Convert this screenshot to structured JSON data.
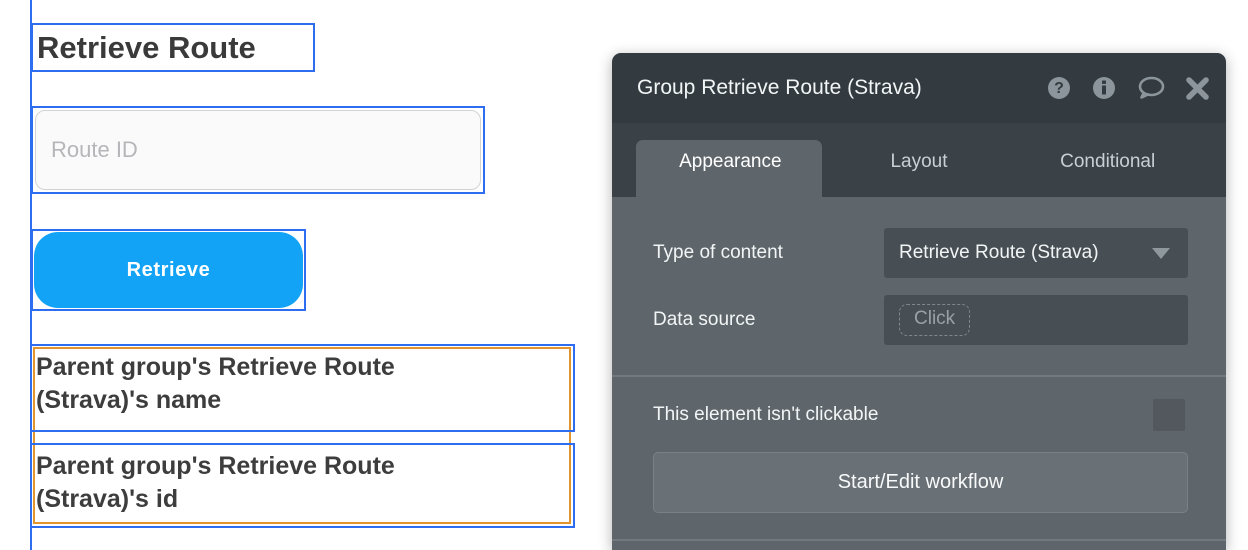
{
  "canvas": {
    "heading": "Retrieve Route",
    "route_input": {
      "placeholder": "Route ID"
    },
    "retrieve_button": {
      "label": "Retrieve"
    },
    "texts": [
      {
        "label": "Parent group's Retrieve Route (Strava)'s name"
      },
      {
        "label": "Parent group's Retrieve Route (Strava)'s id"
      }
    ],
    "colors": {
      "selection_border": "#2e6cf0",
      "warning_border": "#e2952d",
      "button_blue": "#12a3f6"
    }
  },
  "panel": {
    "title": "Group Retrieve Route (Strava)",
    "header_icons": [
      "help",
      "info",
      "comment",
      "close"
    ],
    "tabs": [
      {
        "label": "Appearance",
        "active": true
      },
      {
        "label": "Layout",
        "active": false
      },
      {
        "label": "Conditional",
        "active": false
      }
    ],
    "fields": [
      {
        "label": "Type of content",
        "value": "Retrieve Route (Strava)",
        "control": "dropdown"
      },
      {
        "label": "Data source",
        "value": "Click",
        "control": "click-field"
      }
    ],
    "clickable_row": {
      "label": "This element isn't clickable",
      "checked": false
    },
    "workflow_button_label": "Start/Edit workflow",
    "colors": {
      "header_bg": "#333b40",
      "tabbar_bg": "#3a4147",
      "body_bg": "#5f666b",
      "control_bg": "#484f54",
      "icon": "#8b959b"
    }
  }
}
